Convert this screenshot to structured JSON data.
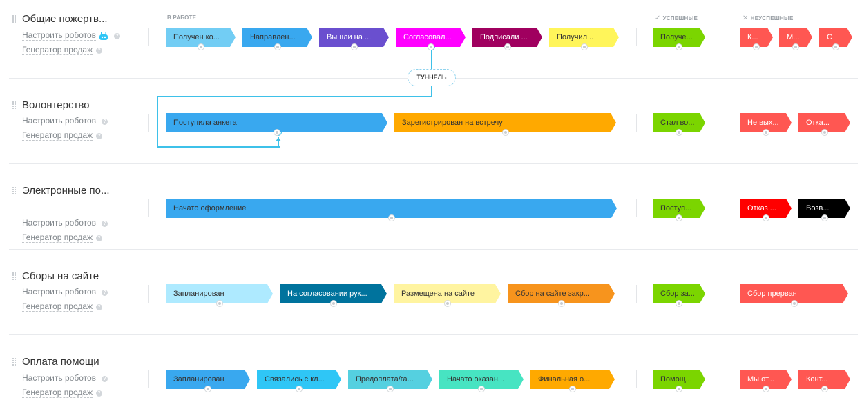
{
  "columns": {
    "in_work": "В РАБОТЕ",
    "success": "УСПЕШНЫЕ",
    "success_mark": "✓",
    "fail": "НЕУСПЕШНЫЕ",
    "fail_mark": "✕"
  },
  "common_links": {
    "robots": "Настроить роботов",
    "sales_generator": "Генератор продаж",
    "help": "?"
  },
  "tunnel": {
    "label": "ТУННЕЛЬ",
    "color": "#3ec1e9"
  },
  "pipelines": [
    {
      "title": "Общие пожертв...",
      "has_robot_icon": true,
      "stages": [
        {
          "label": "Получен ко...",
          "color": "#72cdf4",
          "text_color": "#333333"
        },
        {
          "label": "Направлен...",
          "color": "#39a8ef",
          "text_color": "#333333"
        },
        {
          "label": "Вышли на ...",
          "color": "#6a4fcf",
          "text_color": "#ffffff"
        },
        {
          "label": "Согласовал...",
          "color": "#ff00ff",
          "text_color": "#ffffff"
        },
        {
          "label": "Подписали ...",
          "color": "#a0005f",
          "text_color": "#ffffff"
        },
        {
          "label": "Получил...",
          "color": "#fff55a",
          "text_color": "#333333"
        }
      ],
      "success": [
        {
          "label": "Получе...",
          "color": "#7bd500",
          "text_color": "#333333"
        }
      ],
      "fail": [
        {
          "label": "К...",
          "color": "#ff5752",
          "text_color": "#ffffff"
        },
        {
          "label": "М...",
          "color": "#ff5752",
          "text_color": "#ffffff"
        },
        {
          "label": "С",
          "color": "#ff5752",
          "text_color": "#ffffff"
        }
      ]
    },
    {
      "title": "Волонтерство",
      "has_robot_icon": false,
      "stages": [
        {
          "label": "Поступила анкета",
          "color": "#39a8ef",
          "text_color": "#333333"
        },
        {
          "label": "Зарегистрирован на встречу",
          "color": "#ffa900",
          "text_color": "#333333"
        }
      ],
      "success": [
        {
          "label": "Стал во...",
          "color": "#7bd500",
          "text_color": "#333333"
        }
      ],
      "fail": [
        {
          "label": "Не вых...",
          "color": "#ff5752",
          "text_color": "#ffffff"
        },
        {
          "label": "Отка...",
          "color": "#ff5752",
          "text_color": "#ffffff"
        }
      ]
    },
    {
      "title": "Электронные по...",
      "has_robot_icon": false,
      "stages": [
        {
          "label": "Начато оформление",
          "color": "#39a8ef",
          "text_color": "#333333"
        }
      ],
      "success": [
        {
          "label": "Поступ...",
          "color": "#7bd500",
          "text_color": "#333333"
        }
      ],
      "fail": [
        {
          "label": "Отказ ...",
          "color": "#ff0000",
          "text_color": "#ffffff"
        },
        {
          "label": "Возв...",
          "color": "#000000",
          "text_color": "#ffffff"
        }
      ]
    },
    {
      "title": "Сборы на сайте",
      "has_robot_icon": false,
      "stages": [
        {
          "label": "Запланирован",
          "color": "#aeeaff",
          "text_color": "#333333"
        },
        {
          "label": "На согласовании рук...",
          "color": "#00739d",
          "text_color": "#ffffff"
        },
        {
          "label": "Размещена на сайте",
          "color": "#fff4a0",
          "text_color": "#333333"
        },
        {
          "label": "Сбор на сайте закр...",
          "color": "#f7941d",
          "text_color": "#333333"
        }
      ],
      "success": [
        {
          "label": "Сбор за...",
          "color": "#7bd500",
          "text_color": "#333333"
        }
      ],
      "fail": [
        {
          "label": "Сбор прерван",
          "color": "#ff5752",
          "text_color": "#ffffff"
        }
      ]
    },
    {
      "title": "Оплата помощи",
      "has_robot_icon": false,
      "stages": [
        {
          "label": "Запланирован",
          "color": "#39a8ef",
          "text_color": "#333333"
        },
        {
          "label": "Связались с кл...",
          "color": "#2fc6f6",
          "text_color": "#333333"
        },
        {
          "label": "Предоплата/га...",
          "color": "#55d0e0",
          "text_color": "#333333"
        },
        {
          "label": "Начато оказан...",
          "color": "#47e4c2",
          "text_color": "#333333"
        },
        {
          "label": "Финальная о...",
          "color": "#ffa900",
          "text_color": "#333333"
        }
      ],
      "success": [
        {
          "label": "Помощ...",
          "color": "#7bd500",
          "text_color": "#333333"
        }
      ],
      "fail": [
        {
          "label": "Мы от...",
          "color": "#ff5752",
          "text_color": "#ffffff"
        },
        {
          "label": "Конт...",
          "color": "#ff5752",
          "text_color": "#ffffff"
        }
      ]
    }
  ]
}
